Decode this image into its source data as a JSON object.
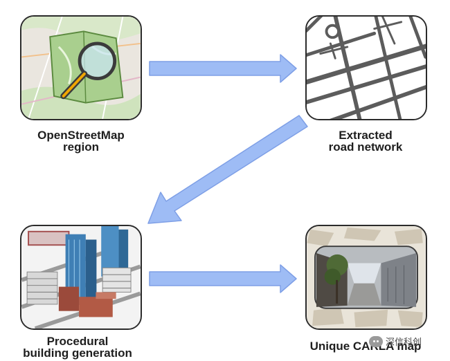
{
  "nodes": {
    "osm": {
      "line1": "OpenStreetMap",
      "line2": "region"
    },
    "road": {
      "line1": "Extracted",
      "line2": "road network"
    },
    "build": {
      "line1": "Procedural",
      "line2": "building generation"
    },
    "carla": {
      "line1": "Unique CARLA map"
    }
  },
  "watermark": {
    "text": "深信科创"
  },
  "colors": {
    "arrow_fill": "#9ebcf5",
    "arrow_stroke": "#7e9fe6",
    "border": "#2b2b2b",
    "road": "#5c5c5c"
  },
  "icons": [
    "magnifier-icon",
    "wechat-icon"
  ]
}
